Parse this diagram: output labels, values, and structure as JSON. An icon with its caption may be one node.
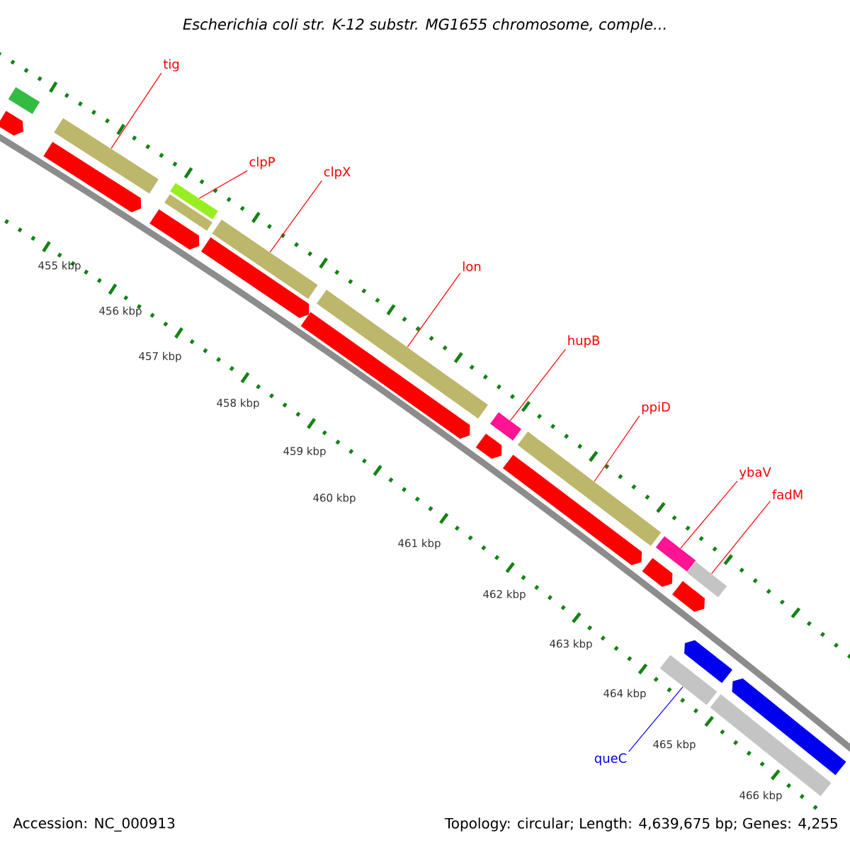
{
  "diagram": {
    "title": "Escherichia coli str. K-12 substr. MG1655 chromosome, comple...",
    "nodes": [
      {
        "text": [
          "tig"
        ]
      },
      {
        "text": [
          "clpP"
        ]
      },
      {
        "text": [
          "clpX"
        ]
      },
      {
        "text": [
          "lon"
        ]
      },
      {
        "text": [
          "hupB"
        ]
      },
      {
        "text": [
          "ppiD"
        ]
      },
      {
        "text": [
          "ybaV"
        ]
      },
      {
        "text": [
          "fadM"
        ]
      },
      {
        "text": [
          "queC"
        ]
      },
      {
        "text": [],
        "shape": "bar"
      },
      {
        "text": [],
        "shape": "arrow"
      },
      {
        "text": [],
        "shape": "bar"
      },
      {
        "text": [],
        "shape": "arrow"
      },
      {
        "text": [],
        "shape": "arrow"
      },
      {
        "text": [],
        "shape": "bar"
      },
      {
        "text": [],
        "shape": "bar"
      },
      {
        "text": [],
        "shape": "arrow"
      },
      {
        "text": [],
        "shape": "bar"
      },
      {
        "text": [],
        "shape": "arrow"
      },
      {
        "text": [],
        "shape": "bar"
      },
      {
        "text": [],
        "shape": "arrow"
      },
      {
        "text": [],
        "shape": "bar"
      },
      {
        "text": [],
        "shape": "arrow"
      },
      {
        "text": [],
        "shape": "bar"
      },
      {
        "text": [],
        "shape": "arrow"
      },
      {
        "text": [],
        "shape": "bar"
      },
      {
        "text": [],
        "shape": "arrow"
      },
      {
        "text": [],
        "shape": "bar"
      },
      {
        "text": [],
        "shape": "bar"
      },
      {
        "text": [],
        "shape": "arrow"
      },
      {
        "text": [],
        "shape": "bar"
      },
      {
        "text": [],
        "shape": "arrow"
      }
    ],
    "edges": [
      {
        "from": 0,
        "to": 11,
        "arrow": "none"
      },
      {
        "from": 1,
        "to": 15,
        "arrow": "none"
      },
      {
        "from": 2,
        "to": 17,
        "arrow": "none"
      },
      {
        "from": 3,
        "to": 19,
        "arrow": "none"
      },
      {
        "from": 4,
        "to": 21,
        "arrow": "none"
      },
      {
        "from": 5,
        "to": 23,
        "arrow": "none"
      },
      {
        "from": 6,
        "to": 25,
        "arrow": "none"
      },
      {
        "from": 7,
        "to": 28,
        "arrow": "none"
      },
      {
        "from": 8,
        "to": 27,
        "arrow": "none",
        "color": "#0000ff"
      }
    ],
    "labels": [
      "455 kbp",
      "456 kbp",
      "457 kbp",
      "458 kbp",
      "459 kbp",
      "460 kbp",
      "461 kbp",
      "462 kbp",
      "463 kbp",
      "464 kbp",
      "465 kbp",
      "466 kbp",
      "Accession: NC_000913",
      "Topology: circular; Length: 4,639,675 bp; Genes: 4,255"
    ]
  }
}
